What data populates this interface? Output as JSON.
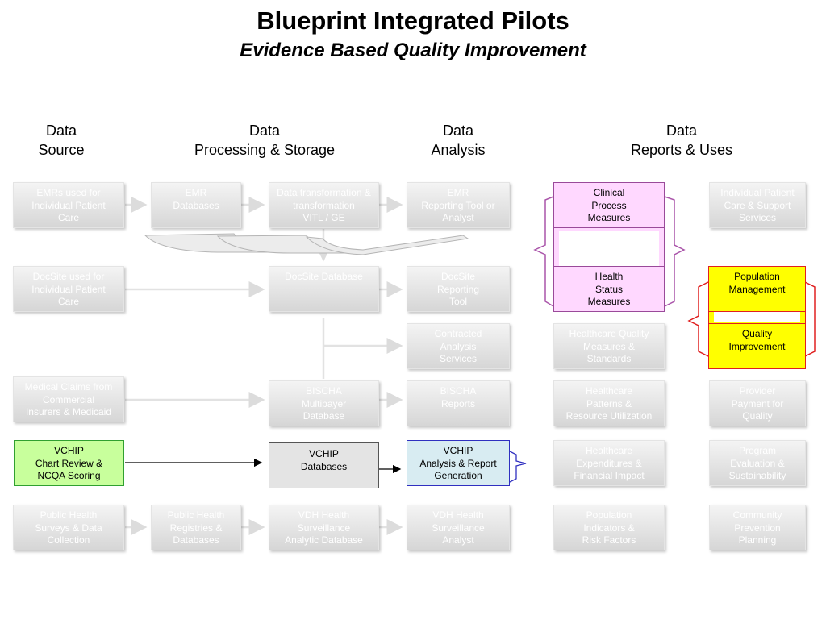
{
  "title": "Blueprint Integrated Pilots",
  "subtitle": "Evidence Based Quality Improvement",
  "columns": {
    "source": "Data\nSource",
    "processing": "Data\nProcessing & Storage",
    "analysis": "Data\nAnalysis",
    "reports": "Data\nReports & Uses"
  },
  "boxes": {
    "emr_patient_care": "EMRs used for\nIndividual Patient\nCare",
    "emr_databases": "EMR\nDatabases",
    "data_transformation": "Data transformation &\ntransformation\nVITL / GE",
    "emr_reporting_tool": "EMR\nReporting Tool or\nAnalyst",
    "clinical_process_measures": "Clinical\nProcess\nMeasures",
    "individual_patient_care_support": "Individual Patient\nCare & Support\nServices",
    "docsite_patient_care": "DocSite used for\nIndividual Patient\nCare",
    "docsite_database": "DocSite Database",
    "docsite_reporting_tool": "DocSite\nReporting\nTool",
    "health_status_measures": "Health\nStatus\nMeasures",
    "population_management": "Population\nManagement",
    "contracted_analysis": "Contracted\nAnalysis\nServices",
    "healthcare_quality_measures": "Healthcare Quality\nMeasures &\nStandards",
    "quality_improvement": "Quality\nImprovement",
    "medical_claims": "Medical Claims from\nCommercial\nInsurers & Medicaid",
    "bischa_database": "BISCHA\nMultipayer\nDatabase",
    "bischa_reports": "BISCHA\nReports",
    "healthcare_patterns": "Healthcare\nPatterns &\nResource Utilization",
    "provider_payment": "Provider\nPayment for\nQuality",
    "vchip_chart_review": "VCHIP\nChart Review &\nNCQA Scoring",
    "vchip_databases": "VCHIP\nDatabases",
    "vchip_analysis": "VCHIP\nAnalysis & Report\nGeneration",
    "healthcare_expenditures": "Healthcare\nExpenditures &\nFinancial Impact",
    "program_evaluation": "Program\nEvaluation &\nSustainability",
    "public_health_surveys": "Public Health\nSurveys & Data\nCollection",
    "public_health_registries": "Public Health\nRegistries &\nDatabases",
    "vdh_database": "VDH Health\nSurveillance\nAnalytic Database",
    "vdh_analyst": "VDH Health\nSurveillance\nAnalyst",
    "population_indicators": "Population\nIndicators &\nRisk Factors",
    "community_prevention": "Community\nPrevention\nPlanning"
  },
  "colors": {
    "pink": "#ffd8ff",
    "yellow": "#ffff00",
    "green": "#c8ff9c",
    "blue_highlight": "#d8ecf2",
    "faded_text": "#ffffff"
  }
}
